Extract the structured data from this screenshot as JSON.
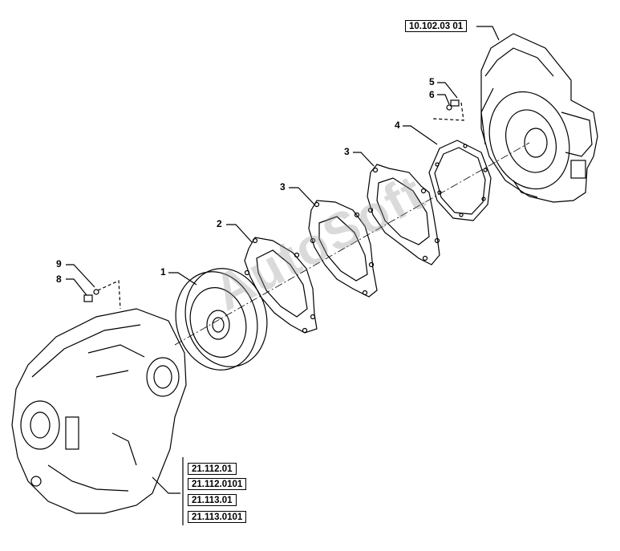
{
  "refs": {
    "engine": "10.102.03 01",
    "trans_1": "21.112.01",
    "trans_2": "21.112.0101",
    "trans_3": "21.113.01",
    "trans_4": "21.113.0101"
  },
  "callouts": {
    "c1": "1",
    "c2": "2",
    "c3a": "3",
    "c3b": "3",
    "c4": "4",
    "c5": "5",
    "c6": "6",
    "c8": "8",
    "c9": "9"
  },
  "watermark": "AutoSoft",
  "colors": {
    "ink": "#000000",
    "bg": "#ffffff"
  }
}
